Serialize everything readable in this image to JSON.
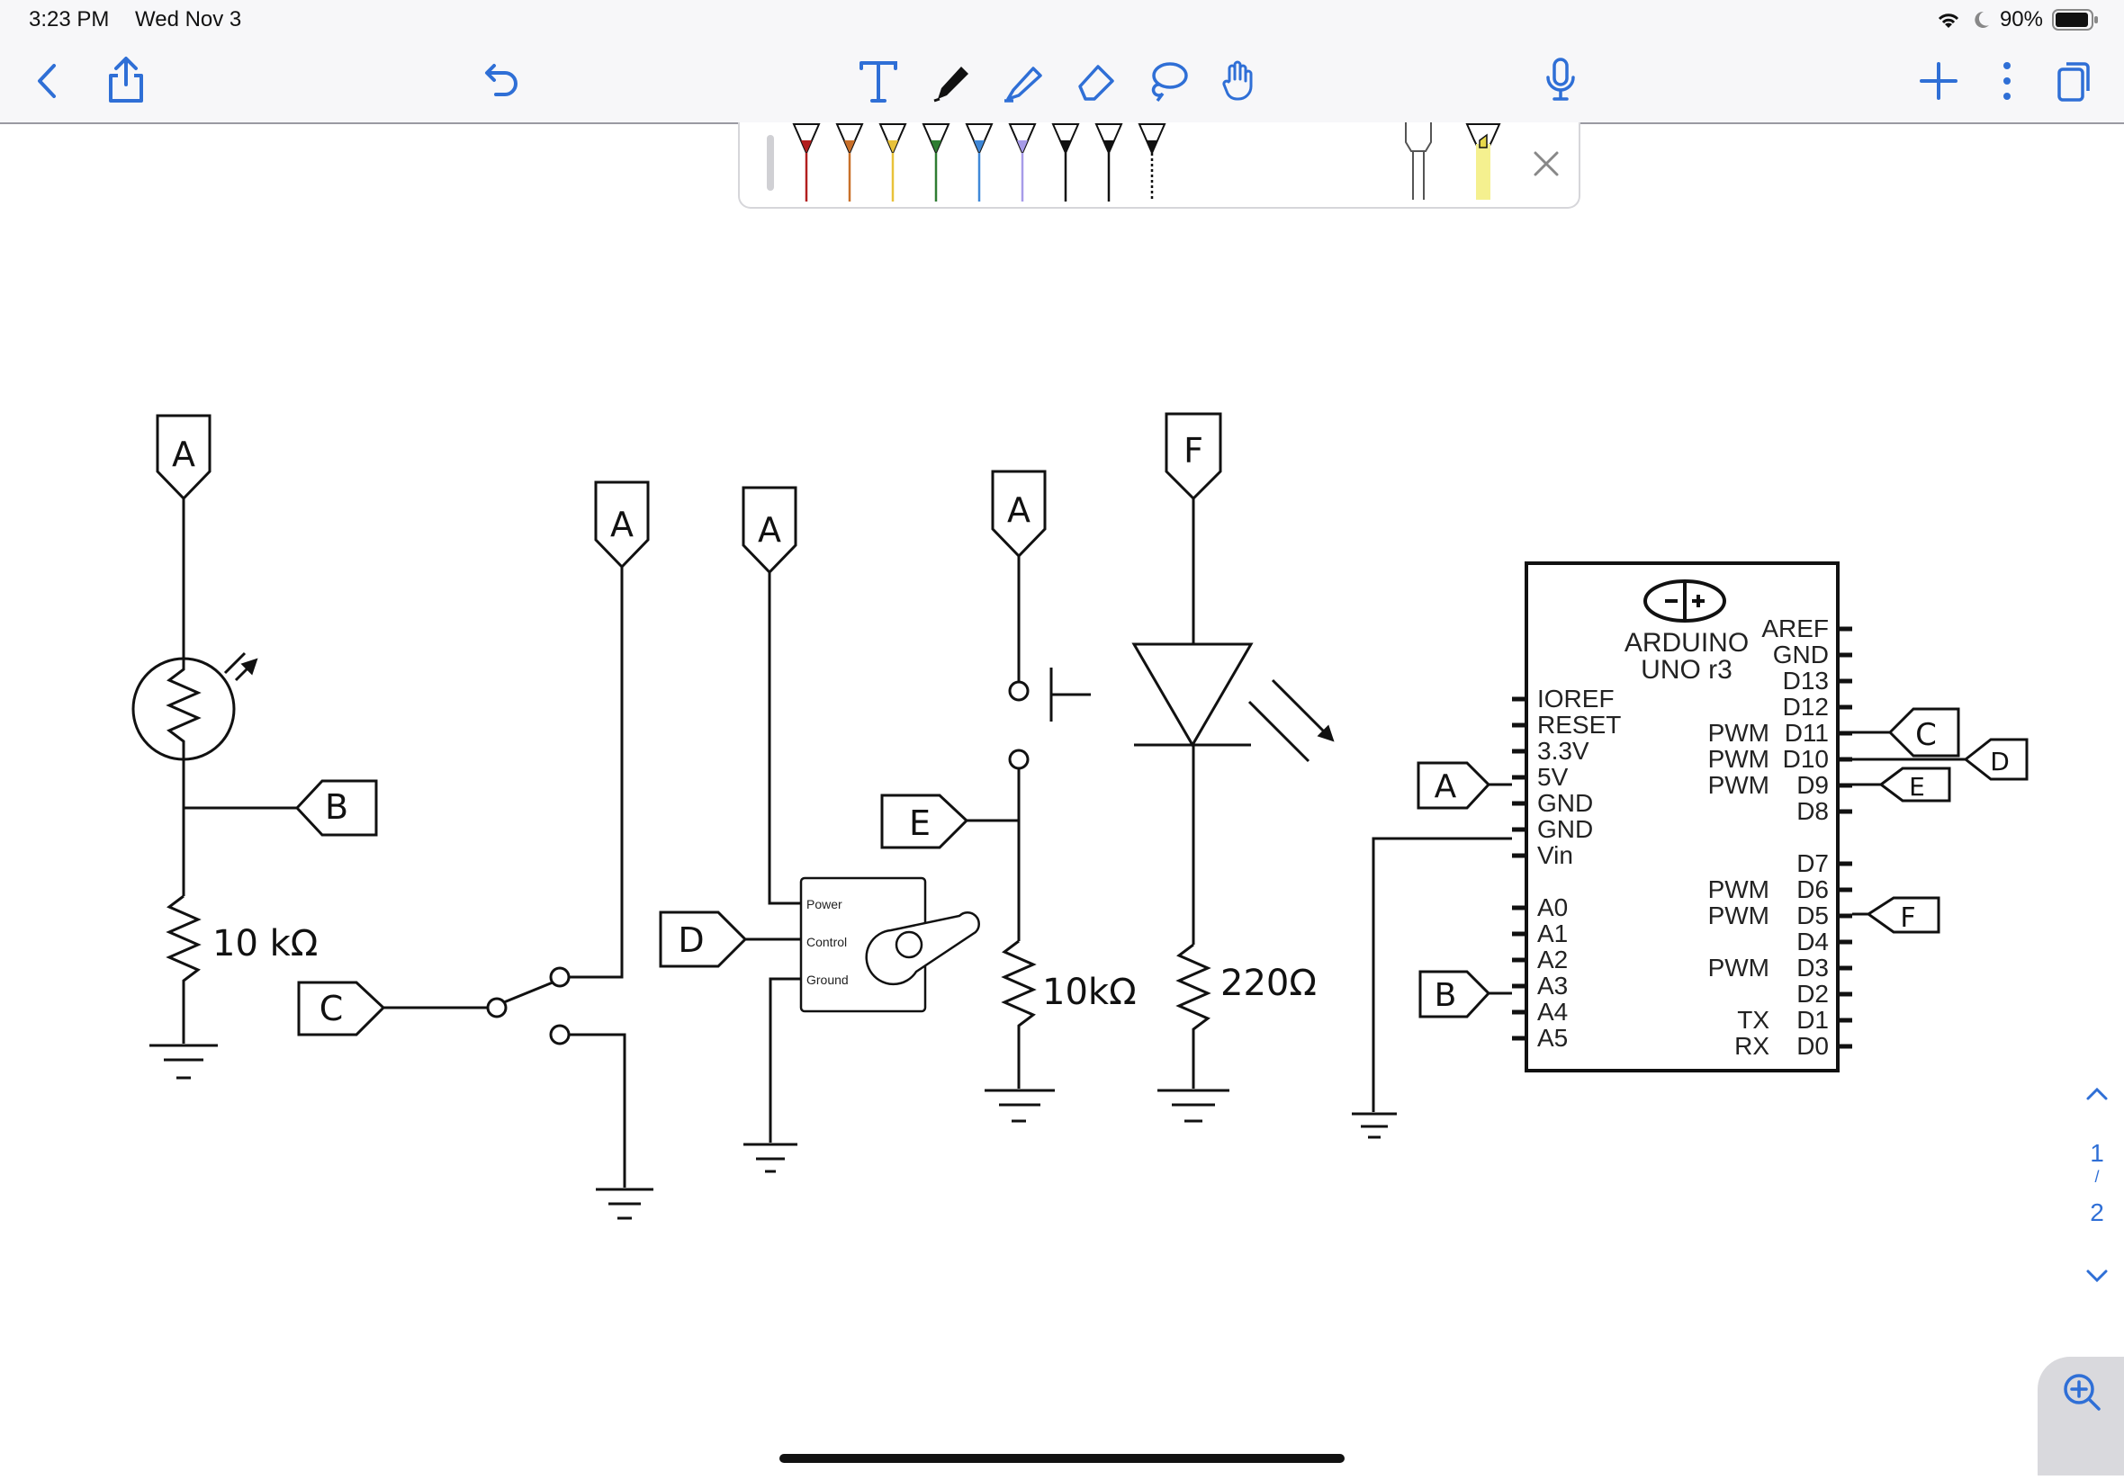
{
  "status": {
    "time": "3:23 PM",
    "date": "Wed Nov 3",
    "battery": "90%",
    "icons": [
      "wifi-icon",
      "moon-icon",
      "battery-icon"
    ]
  },
  "toolbar": {
    "left": [
      "back-icon",
      "share-icon",
      "undo-icon"
    ],
    "center": [
      "text-tool-icon",
      "pen-tool-icon",
      "highlighter-tool-icon",
      "eraser-tool-icon",
      "lasso-tool-icon",
      "hand-tool-icon"
    ],
    "right": [
      "microphone-icon",
      "add-icon",
      "more-icon",
      "pages-icon"
    ]
  },
  "pen_tray": {
    "pens": [
      {
        "name": "red-pen",
        "color": "#b21f1f"
      },
      {
        "name": "orange-pen",
        "color": "#c9702a"
      },
      {
        "name": "yellow-pen",
        "color": "#e8c23a"
      },
      {
        "name": "green-pen",
        "color": "#2f7d32"
      },
      {
        "name": "blue-pen",
        "color": "#3f88d8"
      },
      {
        "name": "lavender-pen",
        "color": "#a79be8"
      },
      {
        "name": "black-pen-1",
        "color": "#111111"
      },
      {
        "name": "black-pen-2",
        "color": "#111111"
      },
      {
        "name": "dotted-pen",
        "color": "#111111"
      }
    ]
  },
  "schematic": {
    "connector_labels": {
      "ldr_top": "A",
      "ldr_out": "B",
      "switch_top": "A",
      "switch_in": "C",
      "servo_power": "A",
      "servo_control": "D",
      "button_top": "A",
      "button_out": "E",
      "led_top": "F",
      "arduino_5v": "A",
      "arduino_a3": "B",
      "arduino_d11": "C",
      "arduino_d10": "D",
      "arduino_d9": "E",
      "arduino_d5": "F"
    },
    "resistors": {
      "ldr": "10 kΩ",
      "button": "10kΩ",
      "led": "220Ω"
    },
    "servo": {
      "power": "Power",
      "control": "Control",
      "ground": "Ground"
    },
    "arduino": {
      "title_line1": "ARDUINO",
      "title_line2": "UNO r3",
      "left_pins": [
        "IOREF",
        "RESET",
        "3.3V",
        "5V",
        "GND",
        "GND",
        "Vin",
        "A0",
        "A1",
        "A2",
        "A3",
        "A4",
        "A5"
      ],
      "right_pins": [
        "AREF",
        "GND",
        "D13",
        "D12",
        "D11",
        "D10",
        "D9",
        "D8",
        "D7",
        "D6",
        "D5",
        "D4",
        "D3",
        "D2",
        "D1",
        "D0"
      ],
      "right_prefixes": [
        "",
        "",
        "",
        "",
        "PWM",
        "PWM",
        "PWM",
        "",
        "",
        "PWM",
        "PWM",
        "",
        "PWM",
        "",
        "TX",
        "RX"
      ]
    }
  },
  "page_nav": {
    "current": "1",
    "separator": "/",
    "total": "2"
  }
}
